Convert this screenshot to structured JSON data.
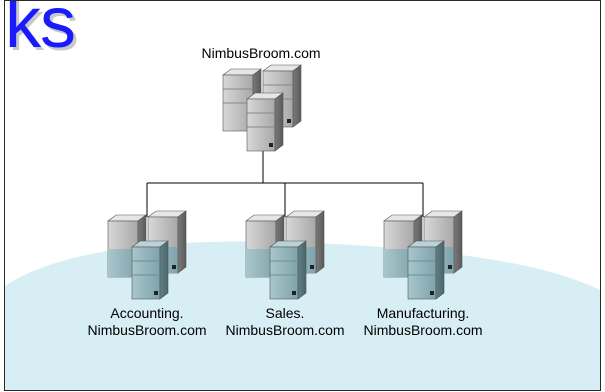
{
  "slide": {
    "title_fragment": "ks"
  },
  "diagram": {
    "root": {
      "label": "NimbusBroom.com"
    },
    "children": [
      {
        "line1": "Accounting.",
        "line2": "NimbusBroom.com"
      },
      {
        "line1": "Sales.",
        "line2": "NimbusBroom.com"
      },
      {
        "line1": "Manufacturing.",
        "line2": "NimbusBroom.com"
      }
    ]
  },
  "colors": {
    "title_text": "#1a1aff",
    "title_shadow": "#c8c8c8",
    "wave_fill": "#d6eef4",
    "server_body": "#c0c0c0",
    "server_shadow": "#808080",
    "server_tinted": "#8fb5bd",
    "connector": "#000000"
  },
  "icons": [
    "server-cluster-icon"
  ]
}
